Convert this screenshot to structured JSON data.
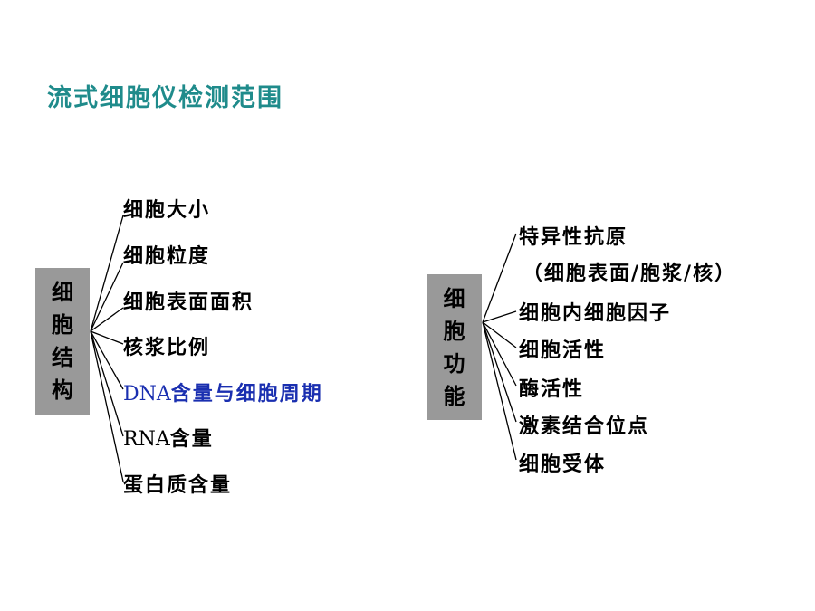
{
  "title": "流式细胞仪检测范围",
  "left": {
    "box": [
      "细",
      "胞",
      "结",
      "构"
    ],
    "items": [
      {
        "latin": "",
        "text": "细胞大小",
        "highlight": false
      },
      {
        "latin": "",
        "text": "细胞粒度",
        "highlight": false
      },
      {
        "latin": "",
        "text": "细胞表面面积",
        "highlight": false
      },
      {
        "latin": "",
        "text": "核浆比例",
        "highlight": false
      },
      {
        "latin": "DNA",
        "text": "含量与细胞周期",
        "highlight": true
      },
      {
        "latin": "RNA",
        "text": "含量",
        "highlight": false
      },
      {
        "latin": "",
        "text": "蛋白质含量",
        "highlight": false
      }
    ]
  },
  "right": {
    "box": [
      "细",
      "胞",
      "功",
      "能"
    ],
    "items": [
      {
        "text": "特异性抗原"
      },
      {
        "text": "（细胞表面/胞浆/核）"
      },
      {
        "text": "细胞内细胞因子"
      },
      {
        "text": "细胞活性"
      },
      {
        "text": "酶活性"
      },
      {
        "text": "激素结合位点"
      },
      {
        "text": "细胞受体"
      }
    ]
  },
  "colors": {
    "title": "#1f8b8b",
    "box": "#999999",
    "highlight": "#1a2fb0",
    "line": "#000000"
  }
}
